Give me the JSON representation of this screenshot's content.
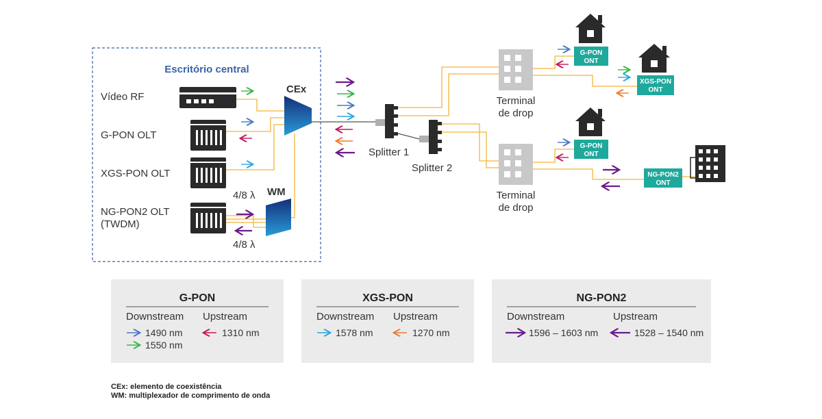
{
  "office": {
    "title": "Escritório central",
    "video_rf": "Vídeo RF",
    "gpon_olt": "G-PON OLT",
    "xgspon_olt": "XGS-PON OLT",
    "ngpon2_olt_1": "NG-PON2 OLT",
    "ngpon2_olt_2": "(TWDM)",
    "cex": "CEx",
    "wm": "WM",
    "lambda_top": "4/8 λ",
    "lambda_bottom": "4/8 λ"
  },
  "network": {
    "splitter1": "Splitter 1",
    "splitter2": "Splitter 2",
    "terminal1_line1": "Terminal",
    "terminal1_line2": "de drop",
    "terminal2_line1": "Terminal",
    "terminal2_line2": "de drop",
    "ont_gpon_1_line1": "G-PON",
    "ont_gpon_1_line2": "ONT",
    "ont_xgs_line1": "XGS-PON",
    "ont_xgs_line2": "ONT",
    "ont_gpon_2_line1": "G-PON",
    "ont_gpon_2_line2": "ONT",
    "ont_ng_line1": "NG-PON2",
    "ont_ng_line2": "ONT"
  },
  "legend": {
    "gpon": {
      "title": "G-PON",
      "downstream": "Downstream",
      "upstream": "Upstream",
      "down1": "1490 nm",
      "down2": "1550 nm",
      "up1": "1310 nm"
    },
    "xgspon": {
      "title": "XGS-PON",
      "downstream": "Downstream",
      "upstream": "Upstream",
      "down1": "1578 nm",
      "up1": "1270 nm"
    },
    "ngpon2": {
      "title": "NG-PON2",
      "downstream": "Downstream",
      "upstream": "Upstream",
      "down1": "1596 – 1603 nm",
      "up1": "1528 – 1540 nm"
    }
  },
  "footnotes": {
    "cex": "CEx: elemento de coexistência",
    "wm": "WM: multiplexador de comprimento de onda"
  },
  "colors": {
    "fiber": "#f5b335",
    "blue_arrow": "#4a78c2",
    "green_arrow": "#38b54a",
    "red_arrow": "#c2185b",
    "cyan_arrow": "#29a8e0",
    "orange_arrow": "#ec7a2c",
    "purple_arrow": "#6a1b8a",
    "ont": "#1ea99c",
    "equipment": "#2a2a2a",
    "terminal": "#c8c8c8",
    "legend_bg": "#ebebeb"
  }
}
